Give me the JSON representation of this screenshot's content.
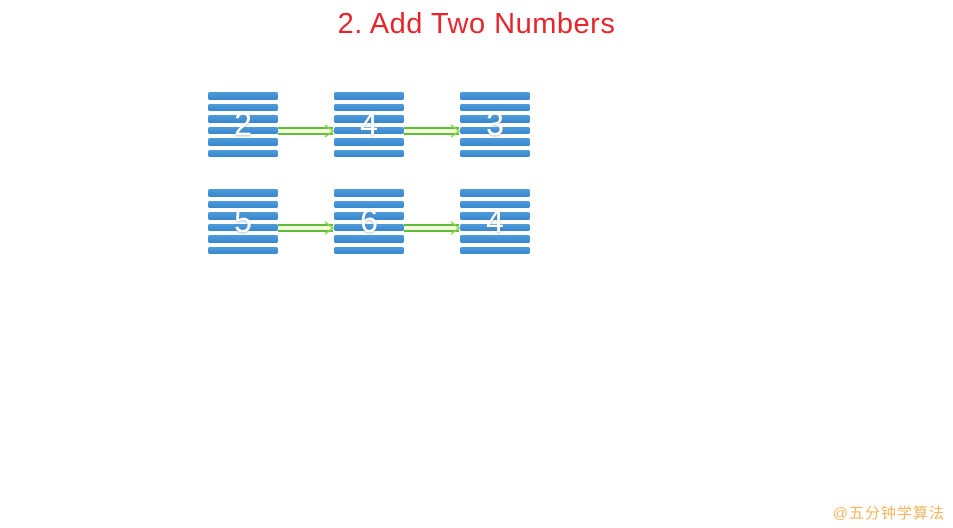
{
  "title": {
    "text": "2. Add Two Numbers",
    "color": "#e8252b"
  },
  "diagram": {
    "type": "linked-list",
    "description": "two singly linked lists of digit nodes joined by next-pointer arrows",
    "lists": [
      {
        "id": "list-1",
        "nodes": [
          "2",
          "4",
          "3"
        ]
      },
      {
        "id": "list-2",
        "nodes": [
          "5",
          "6",
          "4"
        ]
      }
    ],
    "stripe_count_per_node": 6,
    "colors": {
      "node_stripe": "#3f90d4",
      "node_value": "#ffffff",
      "arrow_line": "#5cbe3a",
      "arrow_inner": "#f4f8d8",
      "arrow_head": "#8ed44f"
    }
  },
  "watermark": {
    "text": "@五分钟学算法",
    "color": "#f5a942"
  }
}
